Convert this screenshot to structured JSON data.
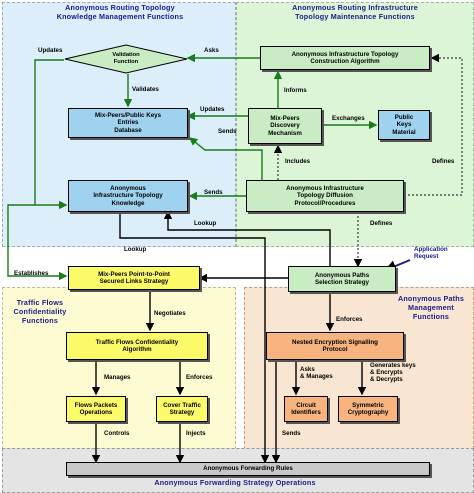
{
  "regions": {
    "km": {
      "title": "Anonymous Routing Topology\nKnowledge Management Functions",
      "color": "#dbeefa"
    },
    "tm": {
      "title": "Anonymous Routing Infrastructure\nTopology Maintenance Functions",
      "color": "#dcf5d6"
    },
    "tf": {
      "title": "Traffic Flows\nConfidentiality\nFunctions",
      "color": "#fdfbd2"
    },
    "ap": {
      "title": "Anonymous Paths\nManagement\nFunctions",
      "color": "#f8e6d2"
    },
    "fw": {
      "title": "Anonymous Forwarding Strategy Operations",
      "color": "#e4e4e4"
    }
  },
  "boxes": {
    "validation": "Validation\nFunction",
    "mixdb": "Mix-Peers/Public Keys\nEntries\nDatabase",
    "topoknow": "Anonymous\nInfrastructure Topology\nKnowledge",
    "construct": "Anonymous Infrastructure Topology\nConstruction Algorithm",
    "discovery": "Mix-Peers\nDiscovery\nMechanism",
    "pubkeys": "Public\nKeys\nMaterial",
    "diffusion": "Anonymous Infrastructure\nTopology Diffusion\nProtocol/Procedures",
    "securedlinks": "Mix-Peers Point-to-Point\nSecured Links Strategy",
    "pathsel": "Anonymous Paths\nSelection Strategy",
    "tfca": "Traffic Flows Confidentiality\nAlgorithm",
    "nested": "Nested Encryption Signalling\nProtocol",
    "flowpackets": "Flows Packets\nOperations",
    "covertraffic": "Cover Traffic\nStrategy",
    "circuit": "Circuit\nIdentifiers",
    "symmetric": "Symmetric\nCryptography",
    "forwarding": "Anonymous Forwarding Rules"
  },
  "labels": {
    "updates1": "Updates",
    "asks1": "Asks",
    "validates": "Validates",
    "updates2": "Updates",
    "informs": "Informs",
    "sends1": "Sends",
    "exchanges": "Exchanges",
    "includes": "Includes",
    "defines1": "Defines",
    "sends2": "Sends",
    "lookup1": "Lookup",
    "lookup2": "Lookup",
    "defines2": "Defines",
    "app_request": "Application\nRequest",
    "establishes": "Establishes",
    "negotiates": "Negotiates",
    "enforces1": "Enforces",
    "manages": "Manages",
    "enforces2": "Enforces",
    "asks_manages": "Asks\n& Manages",
    "generates": "Generates keys\n& Encrypts\n& Decrypts",
    "controls": "Controls",
    "injects": "Injects",
    "sends3": "Sends"
  }
}
